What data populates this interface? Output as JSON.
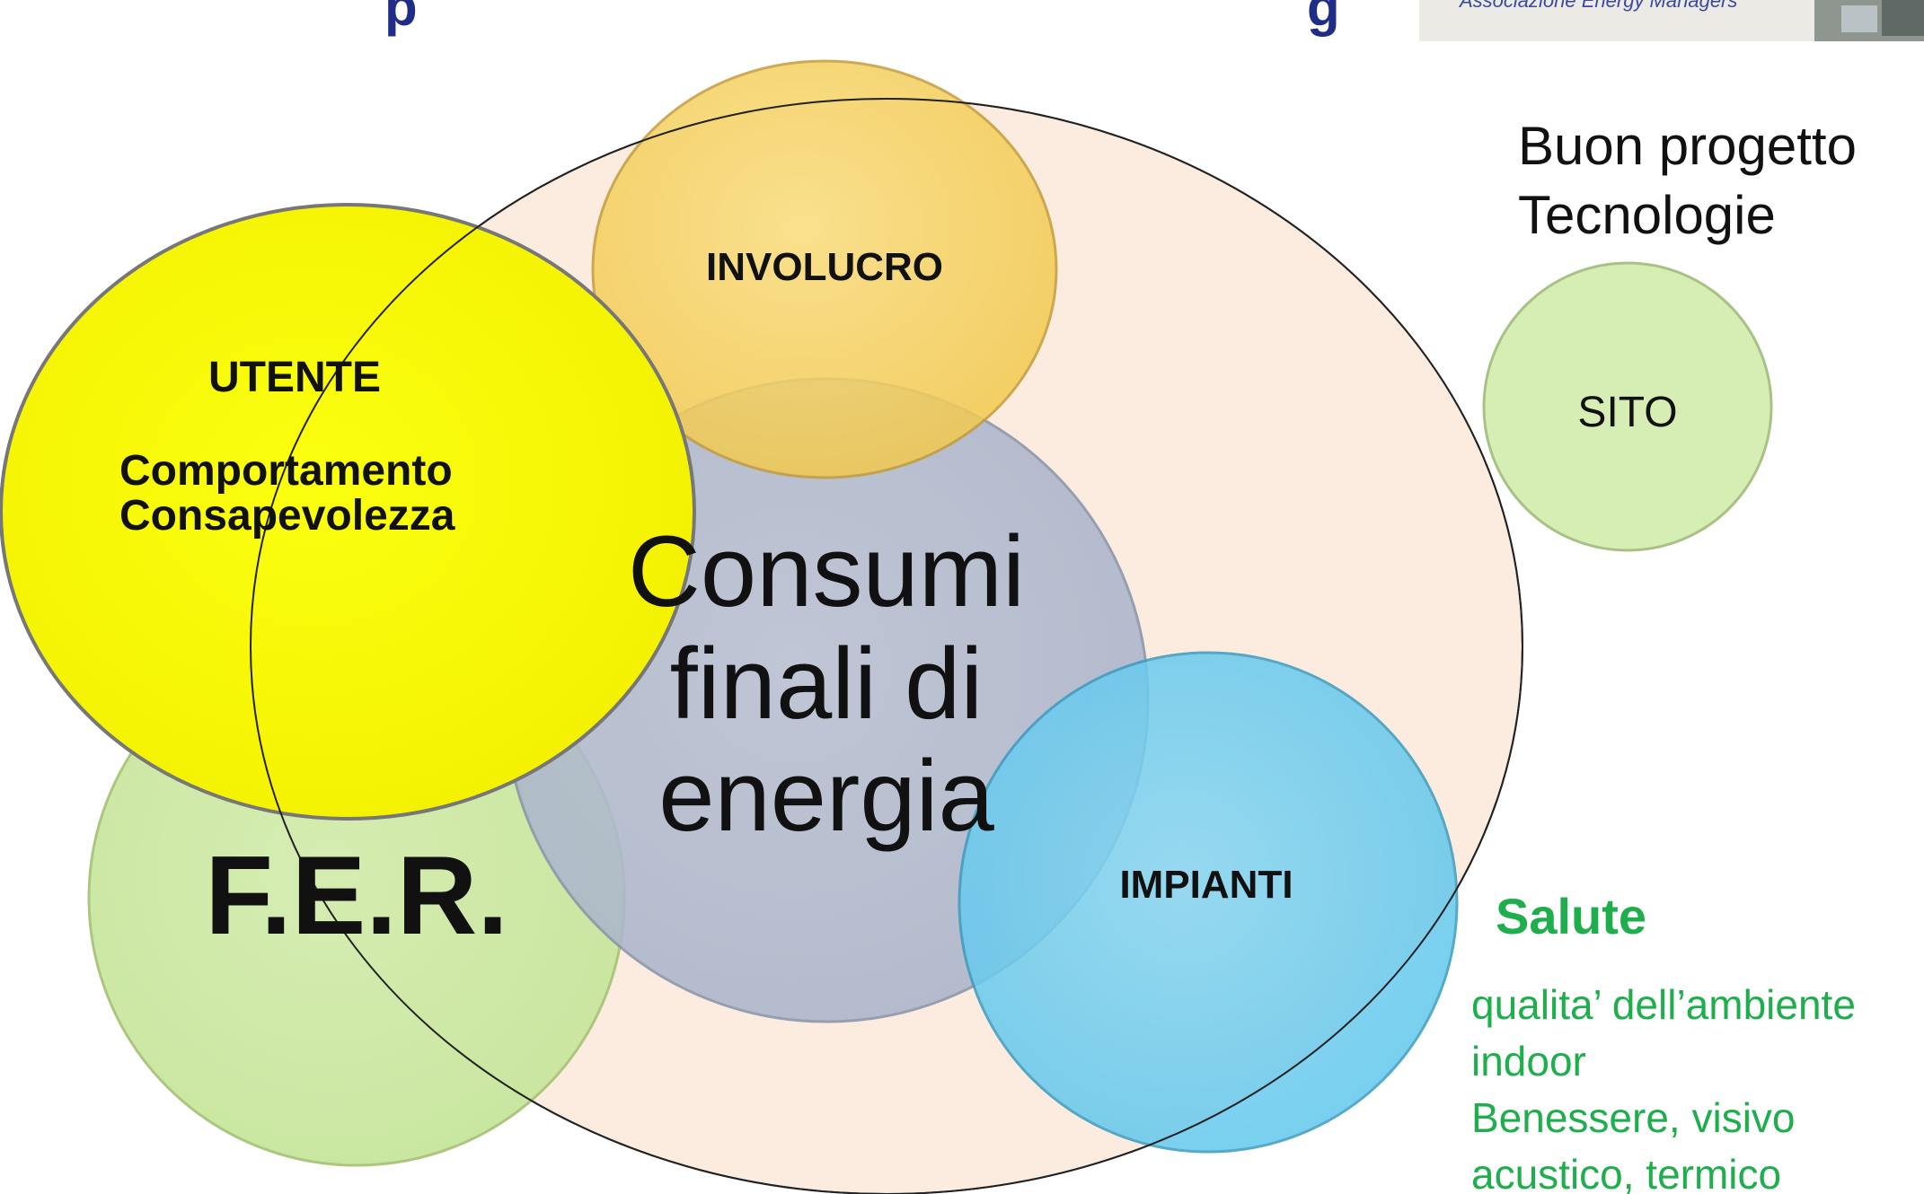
{
  "slide": {
    "header_fragment_1": "p",
    "header_fragment_2": "g",
    "logo_caption": "Associazione Energy Managers"
  },
  "diagram": {
    "center": {
      "line1": "Consumi",
      "line2": "finali di",
      "line3": "energia"
    },
    "involucro": "INVOLUCRO",
    "utente": {
      "title": "UTENTE",
      "line1": "Comportamento",
      "line2": "Consapevolezza"
    },
    "fer": "F.E.R.",
    "impianti": "IMPIANTI",
    "sito": "SITO",
    "progetto": {
      "line1": "Buon progetto",
      "line2": "Tecnologie"
    },
    "salute": {
      "title": "Salute",
      "line1": "qualita’ dell’ambiente",
      "line2": "indoor",
      "line3": "Benessere, visivo",
      "line4": "acustico, termico"
    }
  },
  "colors": {
    "big_ellipse_fill": "#fbebdc",
    "center_fill": "#b0bad0",
    "involucro_fill": "#f6cf58",
    "utente_fill": "#f8f800",
    "fer_fill": "#cde9a4",
    "impianti_fill": "#6ccdf0",
    "sito_fill": "#cfeaa8",
    "salute_text": "#1fae4c",
    "header_text": "#1f2d86"
  }
}
